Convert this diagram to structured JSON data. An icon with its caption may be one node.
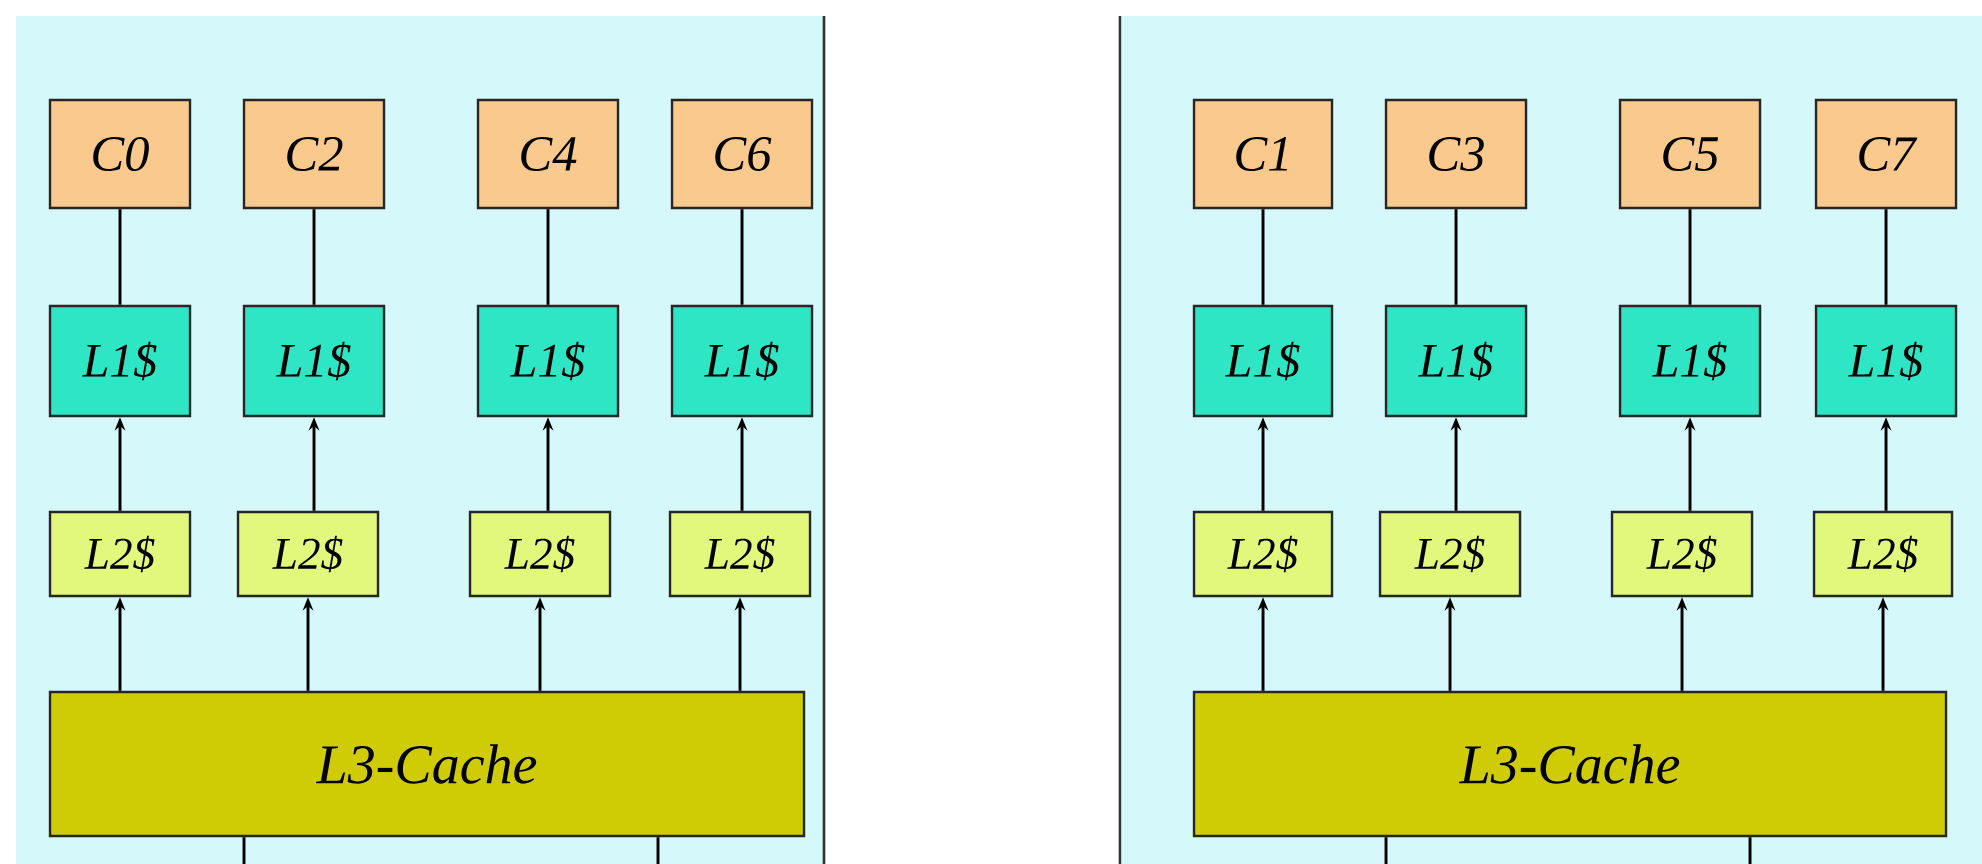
{
  "diagram": {
    "nodes": [
      {
        "text": [
          "C0"
        ]
      },
      {
        "text": [
          "C2"
        ]
      },
      {
        "text": [
          "C4"
        ]
      },
      {
        "text": [
          "C6"
        ]
      },
      {
        "text": [
          "C1"
        ]
      },
      {
        "text": [
          "C3"
        ]
      },
      {
        "text": [
          "C5"
        ]
      },
      {
        "text": [
          "C7"
        ]
      },
      {
        "text": [
          "L1$"
        ]
      },
      {
        "text": [
          "L1$"
        ]
      },
      {
        "text": [
          "L1$"
        ]
      },
      {
        "text": [
          "L1$"
        ]
      },
      {
        "text": [
          "L1$"
        ]
      },
      {
        "text": [
          "L1$"
        ]
      },
      {
        "text": [
          "L1$"
        ]
      },
      {
        "text": [
          "L1$"
        ]
      },
      {
        "text": [
          "L2$"
        ]
      },
      {
        "text": [
          "L2$"
        ]
      },
      {
        "text": [
          "L2$"
        ]
      },
      {
        "text": [
          "L2$"
        ]
      },
      {
        "text": [
          "L2$"
        ]
      },
      {
        "text": [
          "L2$"
        ]
      },
      {
        "text": [
          "L2$"
        ]
      },
      {
        "text": [
          "L2$"
        ]
      },
      {
        "text": [
          "L3-Cache"
        ]
      },
      {
        "text": [
          "L3-Cache"
        ]
      }
    ],
    "edges": [
      {
        "from": 0,
        "to": 8,
        "arrow": "none"
      },
      {
        "from": 1,
        "to": 9,
        "arrow": "none"
      },
      {
        "from": 2,
        "to": 10,
        "arrow": "none"
      },
      {
        "from": 3,
        "to": 11,
        "arrow": "none"
      },
      {
        "from": 4,
        "to": 12,
        "arrow": "none"
      },
      {
        "from": 5,
        "to": 13,
        "arrow": "none"
      },
      {
        "from": 6,
        "to": 14,
        "arrow": "none"
      },
      {
        "from": 7,
        "to": 15,
        "arrow": "none"
      },
      {
        "from": 16,
        "to": 8,
        "arrow": "to"
      },
      {
        "from": 17,
        "to": 9,
        "arrow": "to"
      },
      {
        "from": 18,
        "to": 10,
        "arrow": "to"
      },
      {
        "from": 19,
        "to": 11,
        "arrow": "to"
      },
      {
        "from": 20,
        "to": 12,
        "arrow": "to"
      },
      {
        "from": 21,
        "to": 13,
        "arrow": "to"
      },
      {
        "from": 22,
        "to": 14,
        "arrow": "to"
      },
      {
        "from": 23,
        "to": 15,
        "arrow": "to"
      },
      {
        "from": 24,
        "to": 16,
        "arrow": "to"
      },
      {
        "from": 24,
        "to": 17,
        "arrow": "to"
      },
      {
        "from": 24,
        "to": 18,
        "arrow": "to"
      },
      {
        "from": 24,
        "to": 19,
        "arrow": "to"
      },
      {
        "from": 25,
        "to": 20,
        "arrow": "to"
      },
      {
        "from": 25,
        "to": 21,
        "arrow": "to"
      },
      {
        "from": 25,
        "to": 22,
        "arrow": "to"
      },
      {
        "from": 25,
        "to": 23,
        "arrow": "to"
      },
      {
        "from": 24,
        "to": null,
        "arrow": "none"
      },
      {
        "from": 24,
        "to": null,
        "arrow": "none"
      },
      {
        "from": 25,
        "to": null,
        "arrow": "none"
      },
      {
        "from": 25,
        "to": null,
        "arrow": "none"
      }
    ]
  }
}
